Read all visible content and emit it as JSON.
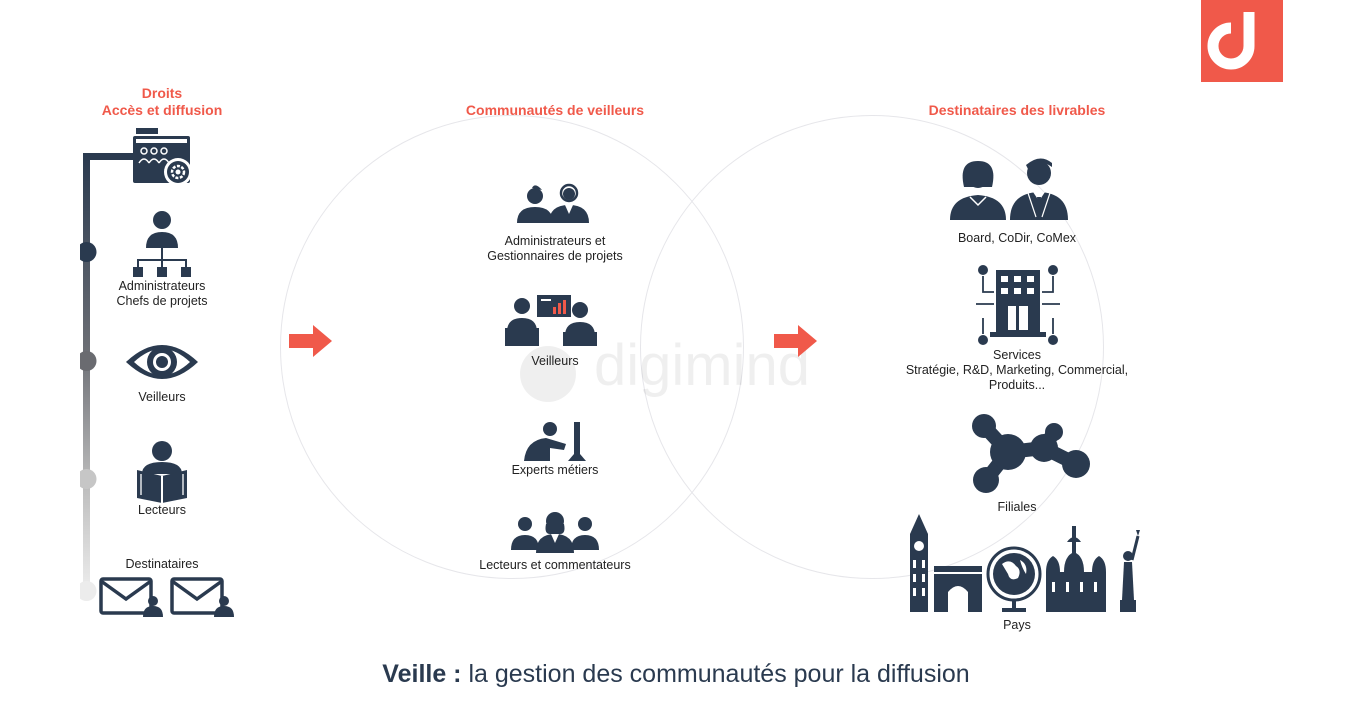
{
  "brand": {
    "logo_letter": "d",
    "watermark": "digimind",
    "accent": "#f0594a",
    "navy": "#2a3a4f"
  },
  "left": {
    "header_line1": "Droits",
    "header_line2": "Accès et diffusion",
    "items": [
      {
        "label1": "Administrateurs",
        "label2": "Chefs de projets",
        "icon": "org-chart-user-icon"
      },
      {
        "label1": "Veilleurs",
        "label2": "",
        "icon": "eye-icon"
      },
      {
        "label1": "Lecteurs",
        "label2": "",
        "icon": "reader-icon"
      },
      {
        "label1": "Destinataires",
        "label2": "",
        "icon": "mail-recipients-icon"
      }
    ]
  },
  "middle": {
    "header": "Communautés de veilleurs",
    "items": [
      {
        "label1": "Administrateurs et",
        "label2": "Gestionnaires de projets"
      },
      {
        "label1": "Veilleurs",
        "label2": ""
      },
      {
        "label1": "Experts métiers",
        "label2": ""
      },
      {
        "label1": "Lecteurs et commentateurs",
        "label2": ""
      }
    ]
  },
  "right": {
    "header": "Destinataires des livrables",
    "items": [
      {
        "label1": "Board, CoDir, CoMex",
        "label2": "",
        "label3": ""
      },
      {
        "label1": "Services",
        "label2": "Stratégie, R&D, Marketing, Commercial,",
        "label3": "Produits..."
      },
      {
        "label1": "Filiales",
        "label2": "",
        "label3": ""
      },
      {
        "label1": "Pays",
        "label2": "",
        "label3": ""
      }
    ]
  },
  "footer": {
    "bold": "Veille :",
    "rest": " la gestion des communautés pour la diffusion"
  }
}
